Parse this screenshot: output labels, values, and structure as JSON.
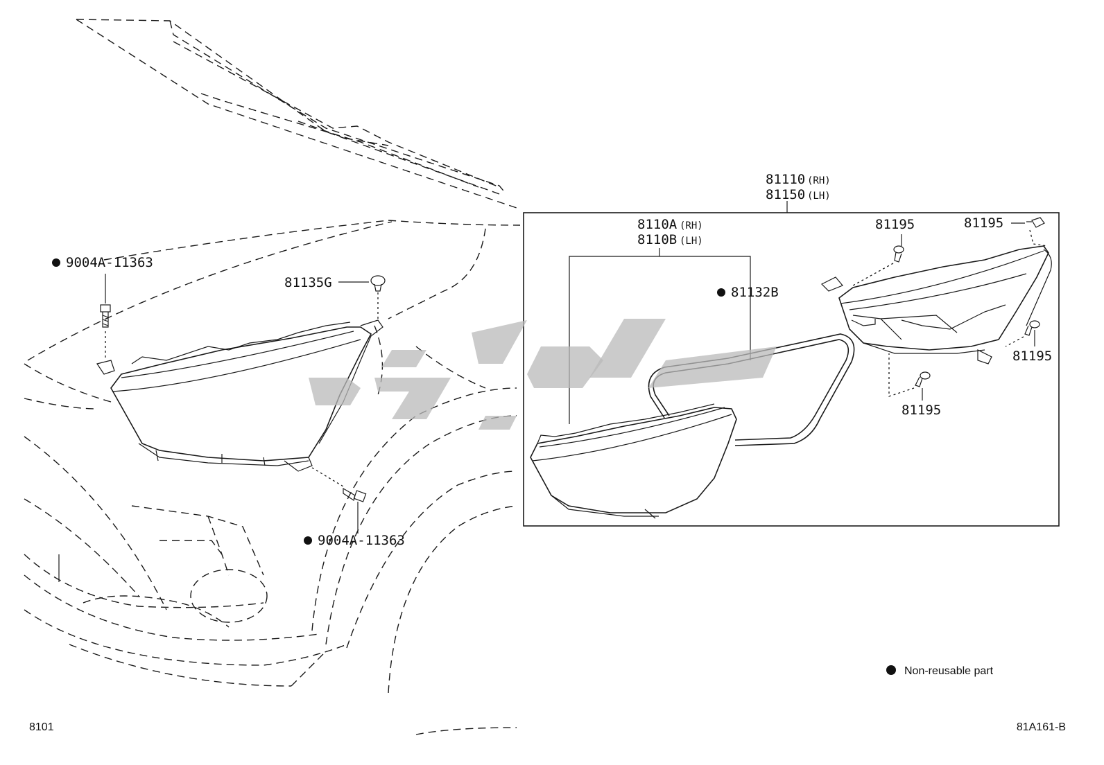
{
  "labels": {
    "bolt_upper": "9004A-11363",
    "bolt_lower": "9004A-11363",
    "clip": "81135G",
    "assy_rh": "81110",
    "assy_rh_side": "(RH)",
    "assy_lh": "81150",
    "assy_lh_side": "(LH)",
    "unit_rh": "8110A",
    "unit_rh_side": "(RH)",
    "unit_lh": "8110B",
    "unit_lh_side": "(LH)",
    "gasket": "81132B",
    "screw_1": "81195",
    "screw_2": "81195",
    "screw_3": "81195",
    "screw_4": "81195"
  },
  "legend": {
    "text": "Non-reusable part"
  },
  "footer": {
    "left_code": "8101",
    "right_code": "81A161-B"
  },
  "colors": {
    "line": "#1a1a1a",
    "watermark": "#b9b9b9",
    "background": "#ffffff"
  }
}
